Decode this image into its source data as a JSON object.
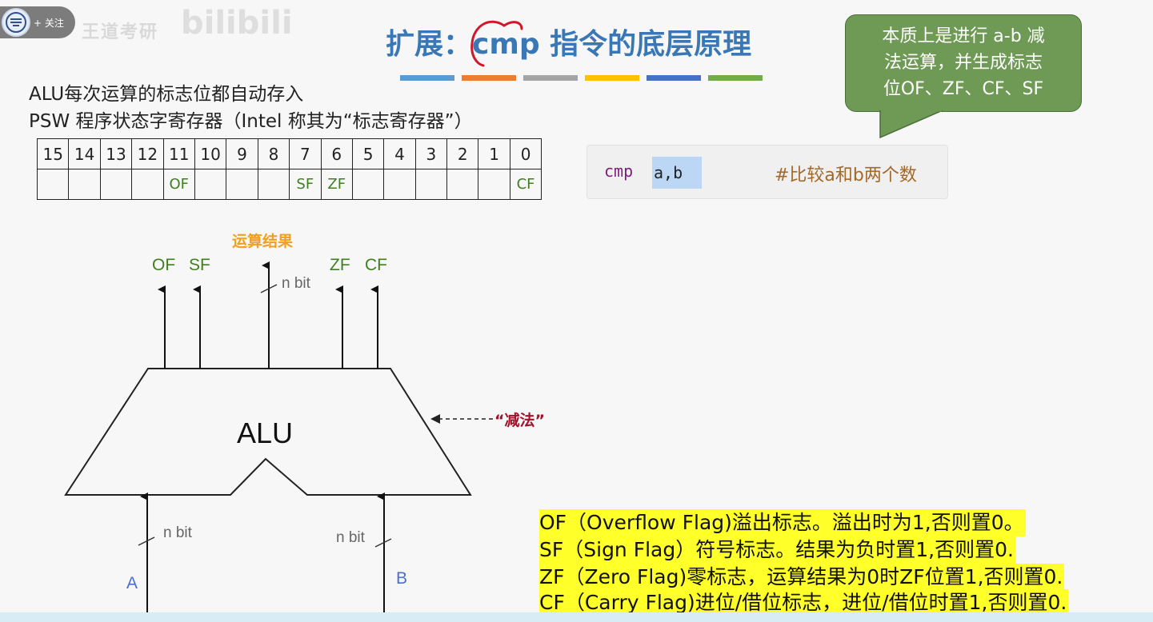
{
  "overlay": {
    "follow_label": "+ 关注",
    "watermark_text": "王道考研",
    "watermark_logo": "bilibili"
  },
  "title": "扩展：cmp 指令的底层原理",
  "title_bar_colors": [
    "#5b9bd5",
    "#ed7d31",
    "#a5a5a5",
    "#ffc000",
    "#4472c4",
    "#70ad47"
  ],
  "callout": {
    "line1": "本质上是进行 a-b 减",
    "line2": "法运算，并生成标志",
    "line3": "位OF、ZF、CF、SF"
  },
  "desc": {
    "line1": "ALU每次运算的标志位都自动存入",
    "line2": "PSW 程序状态字寄存器（Intel 称其为“标志寄存器”）"
  },
  "register": {
    "bits": [
      "15",
      "14",
      "13",
      "12",
      "11",
      "10",
      "9",
      "8",
      "7",
      "6",
      "5",
      "4",
      "3",
      "2",
      "1",
      "0"
    ],
    "flags": [
      "",
      "",
      "",
      "",
      "OF",
      "",
      "",
      "",
      "SF",
      "ZF",
      "",
      "",
      "",
      "",
      "",
      "CF"
    ]
  },
  "code": {
    "instruction": "cmp",
    "operands": "a,b",
    "comment": "#比较a和b两个数"
  },
  "diagram": {
    "result_label": "运算结果",
    "out_of": "OF",
    "out_sf": "SF",
    "out_zf": "ZF",
    "out_cf": "CF",
    "nbit_out": "n bit",
    "alu_label": "ALU",
    "subtract_label": "“减法”",
    "nbit_a": "n bit",
    "nbit_b": "n bit",
    "input_a": "A",
    "input_b": "B"
  },
  "legend": [
    "OF（Overflow Flag)溢出标志。溢出时为1,否则置0。",
    "SF（Sign Flag）符号标志。结果为负时置1,否则置0.",
    "ZF（Zero Flag)零标志，运算结果为0时ZF位置1,否则置0.",
    "CF（Carry Flag)进位/借位标志，进位/借位时置1,否则置0."
  ],
  "colors": {
    "title": "#3a78b5",
    "callout_bg": "#6f9a56",
    "flag_green": "#3f7f1f",
    "result_orange": "#f0a020",
    "subtract_red": "#a0122a",
    "input_blue": "#4a6fd0",
    "highlight": "#ffff2a",
    "annotation_red": "#d0182a"
  }
}
